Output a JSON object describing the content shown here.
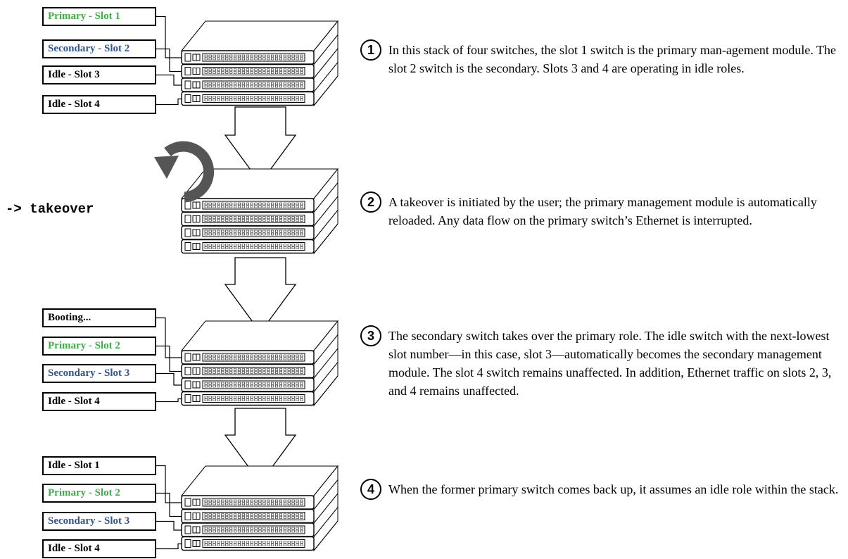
{
  "command": "-> takeover",
  "stacks": [
    {
      "labels": [
        {
          "text": "Primary - Slot 1",
          "role": "primary"
        },
        {
          "text": "Secondary - Slot 2",
          "role": "secondary"
        },
        {
          "text": "Idle - Slot 3",
          "role": "idle"
        },
        {
          "text": "Idle - Slot 4",
          "role": "idle"
        }
      ]
    },
    {
      "labels": []
    },
    {
      "labels": [
        {
          "text": "Booting...",
          "role": "idle"
        },
        {
          "text": "Primary - Slot 2",
          "role": "primary"
        },
        {
          "text": "Secondary - Slot 3",
          "role": "secondary"
        },
        {
          "text": "Idle - Slot 4",
          "role": "idle"
        }
      ]
    },
    {
      "labels": [
        {
          "text": "Idle - Slot 1",
          "role": "idle"
        },
        {
          "text": "Primary - Slot 2",
          "role": "primary"
        },
        {
          "text": "Secondary - Slot 3",
          "role": "secondary"
        },
        {
          "text": "Idle - Slot 4",
          "role": "idle"
        }
      ]
    }
  ],
  "steps": [
    {
      "number": "1",
      "text": "In this stack of four switches, the slot 1 switch is the primary man-agement module. The slot 2 switch is the secondary. Slots 3 and 4 are operating in idle roles."
    },
    {
      "number": "2",
      "text": "A takeover is initiated by the user; the primary management module is automatically reloaded. Any data flow on the primary switch’s Ethernet is interrupted."
    },
    {
      "number": "3",
      "text": "The secondary switch takes over the primary role. The idle switch with the next-lowest slot number—in this case, slot 3—automatically becomes the secondary management module. The slot 4 switch remains unaffected. In addition, Ethernet traffic on slots 2, 3, and 4 remains unaffected."
    },
    {
      "number": "4",
      "text": "When the former primary switch comes back up, it assumes an idle role within the stack."
    }
  ],
  "colors": {
    "primary": "#3fae49",
    "secondary": "#2f5597",
    "reload_icon": "#555555"
  }
}
